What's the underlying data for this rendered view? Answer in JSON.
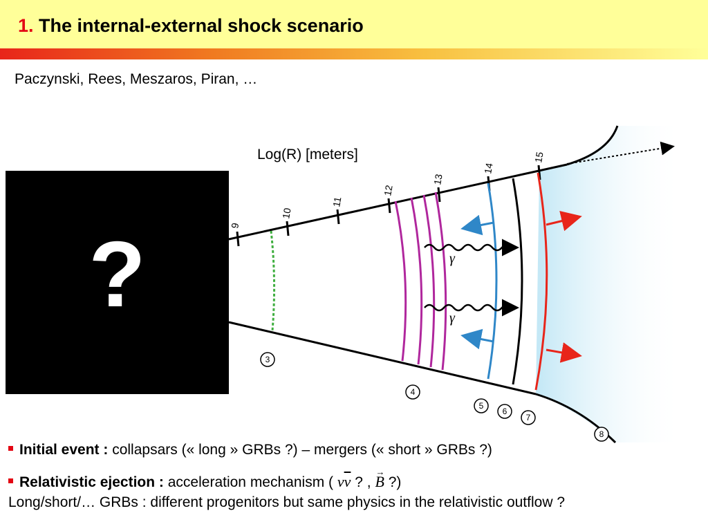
{
  "title": {
    "number": "1.",
    "text": "The internal-external shock scenario"
  },
  "authors": "Paczynski, Rees, Meszaros, Piran, …",
  "question_box": {
    "symbol": "?"
  },
  "axis_title": "Log(R) [meters]",
  "axis_ticks": [
    "9",
    "10",
    "11",
    "12",
    "13",
    "14",
    "15"
  ],
  "gamma_label": "γ",
  "stage_labels": [
    "3",
    "4",
    "5",
    "6",
    "7",
    "8"
  ],
  "colors": {
    "title_number": "#e30613",
    "title_bar": "#ffff99",
    "green_front": "#3fae3f",
    "magenta_shells": "#b0279d",
    "blue_shock": "#2f87c8",
    "red_shock": "#e8251a",
    "medium": "#bfe6f5"
  },
  "bullets": [
    {
      "label": "Initial event :",
      "text": "collapsars (« long » GRBs ?) – mergers (« short » GRBs ?)"
    },
    {
      "label": "Relativistic ejection :",
      "text_before": "acceleration mechanism (",
      "nu": "ν",
      "nubar": "ν",
      "mid": "? ,",
      "b": "B",
      "vec_arrow": "→",
      "text_after": "?)"
    }
  ],
  "summary": "Long/short/… GRBs : different progenitors but same physics in the relativistic outflow ?"
}
